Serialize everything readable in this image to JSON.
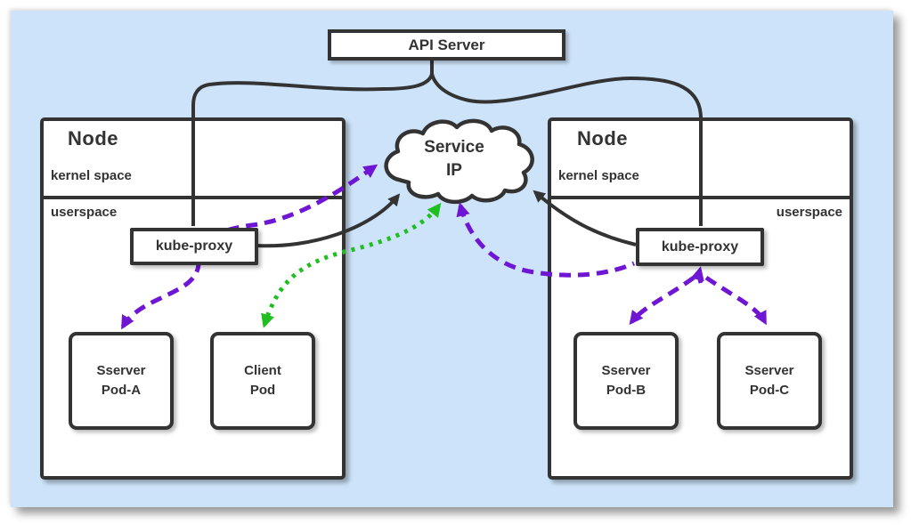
{
  "api_server": {
    "label": "API Server"
  },
  "service_cloud": {
    "line1": "Service",
    "line2": "IP"
  },
  "nodes": {
    "left": {
      "title": "Node",
      "kernel_space_label": "kernel space",
      "userspace_label": "userspace",
      "proxy_label": "kube-proxy",
      "pods": [
        {
          "line1": "Sserver",
          "line2": "Pod-A"
        },
        {
          "line1": "Client",
          "line2": "Pod"
        }
      ]
    },
    "right": {
      "title": "Node",
      "kernel_space_label": "kernel space",
      "userspace_label": "userspace",
      "proxy_label": "kube-proxy",
      "pods": [
        {
          "line1": "Sserver",
          "line2": "Pod-B"
        },
        {
          "line1": "Sserver",
          "line2": "Pod-C"
        }
      ]
    }
  },
  "colors": {
    "background": "#cde3f9",
    "line": "#333333",
    "purple_flow": "#6f16d4",
    "green_flow": "#20bf20",
    "box_fill": "#ffffff"
  }
}
